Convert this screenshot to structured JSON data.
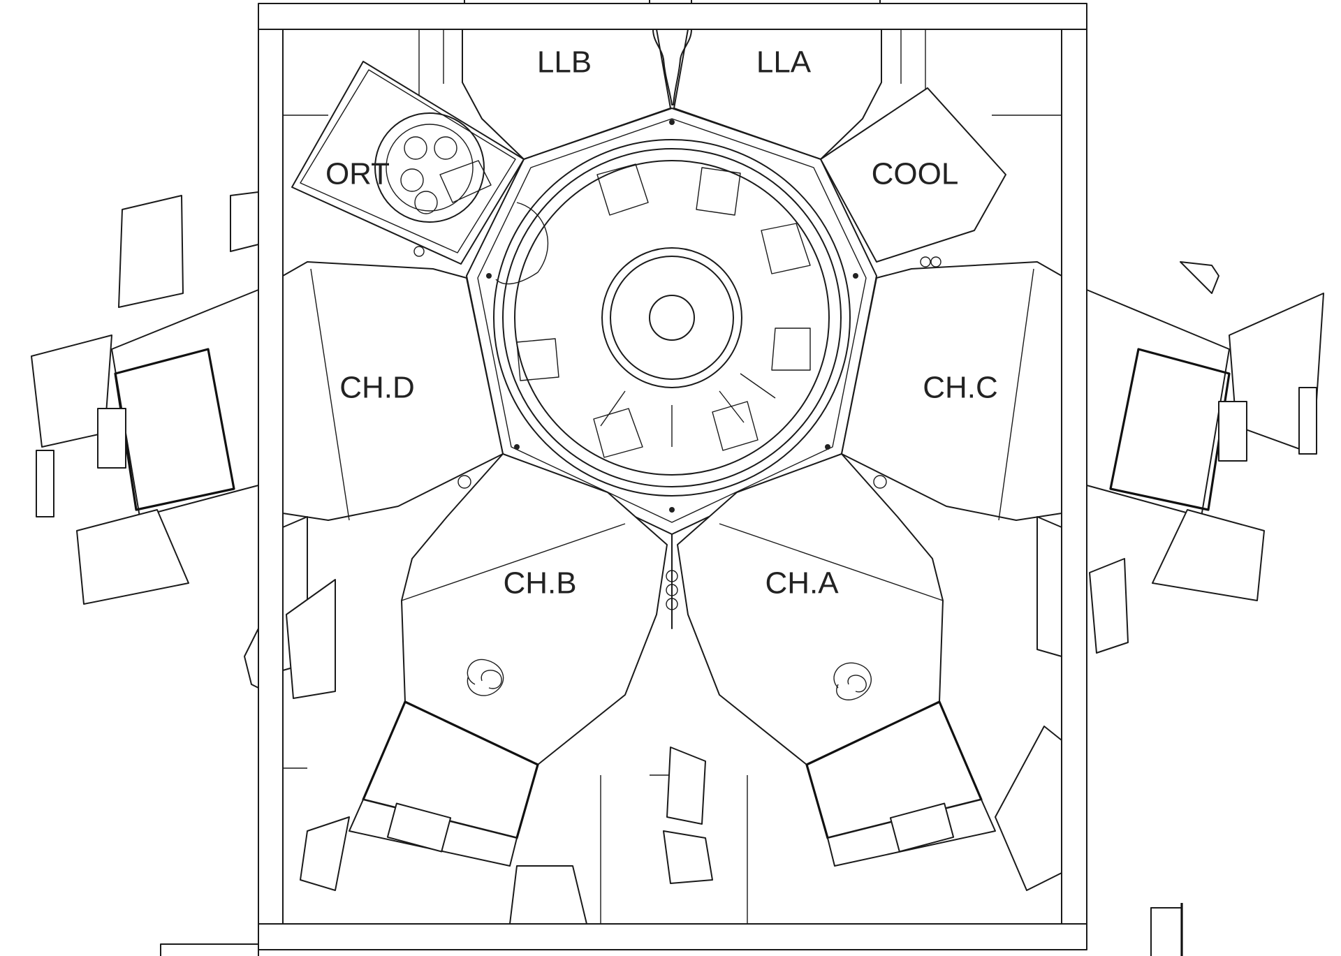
{
  "labels": {
    "llb": "LLB",
    "lla": "LLA",
    "ort": "ORT",
    "cool": "COOL",
    "ch_d": "CH.D",
    "ch_c": "CH.C",
    "ch_b": "CH.B",
    "ch_a": "CH.A"
  }
}
